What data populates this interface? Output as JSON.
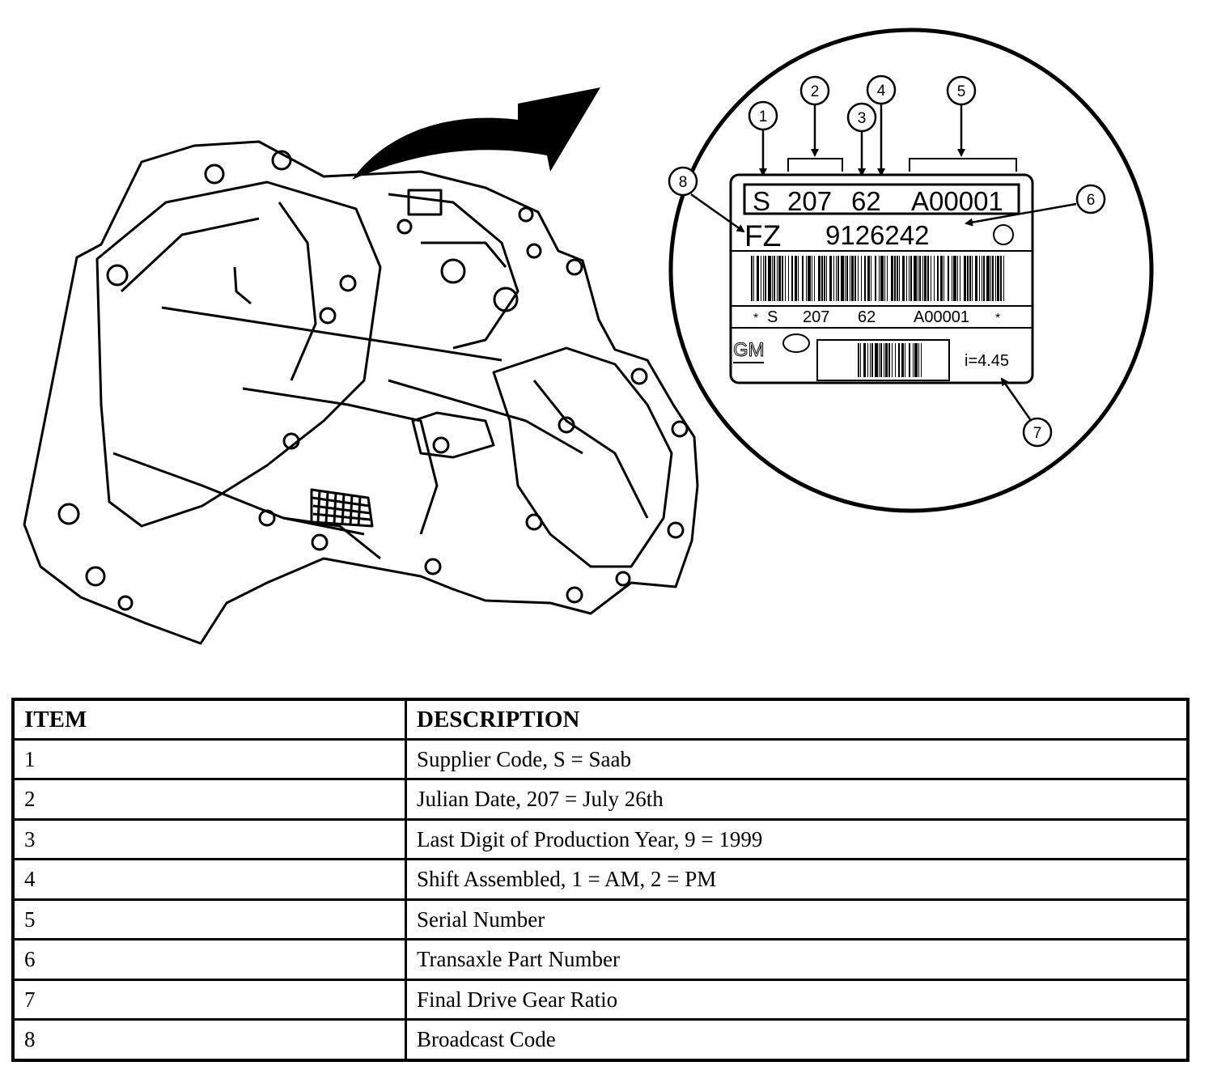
{
  "label": {
    "line1": [
      "S",
      "207",
      "62",
      "A00001"
    ],
    "line2": [
      "FZ",
      "9126242"
    ],
    "barcode_text": [
      "S",
      "207",
      "62",
      "A00001"
    ],
    "barcode_star": "*",
    "logo": "GM",
    "ratio": "i=4.45"
  },
  "callouts": [
    "1",
    "2",
    "3",
    "4",
    "5",
    "6",
    "7",
    "8"
  ],
  "table": {
    "headers": [
      "ITEM",
      "DESCRIPTION"
    ],
    "rows": [
      {
        "item": "1",
        "description": "Supplier Code, S = Saab"
      },
      {
        "item": "2",
        "description": "Julian Date, 207 = July 26th"
      },
      {
        "item": "3",
        "description": "Last Digit of Production Year, 9 = 1999"
      },
      {
        "item": "4",
        "description": "Shift Assembled, 1 = AM, 2 = PM"
      },
      {
        "item": "5",
        "description": "Serial Number"
      },
      {
        "item": "6",
        "description": "Transaxle Part Number"
      },
      {
        "item": "7",
        "description": "Final Drive Gear Ratio"
      },
      {
        "item": "8",
        "description": "Broadcast Code"
      }
    ]
  }
}
